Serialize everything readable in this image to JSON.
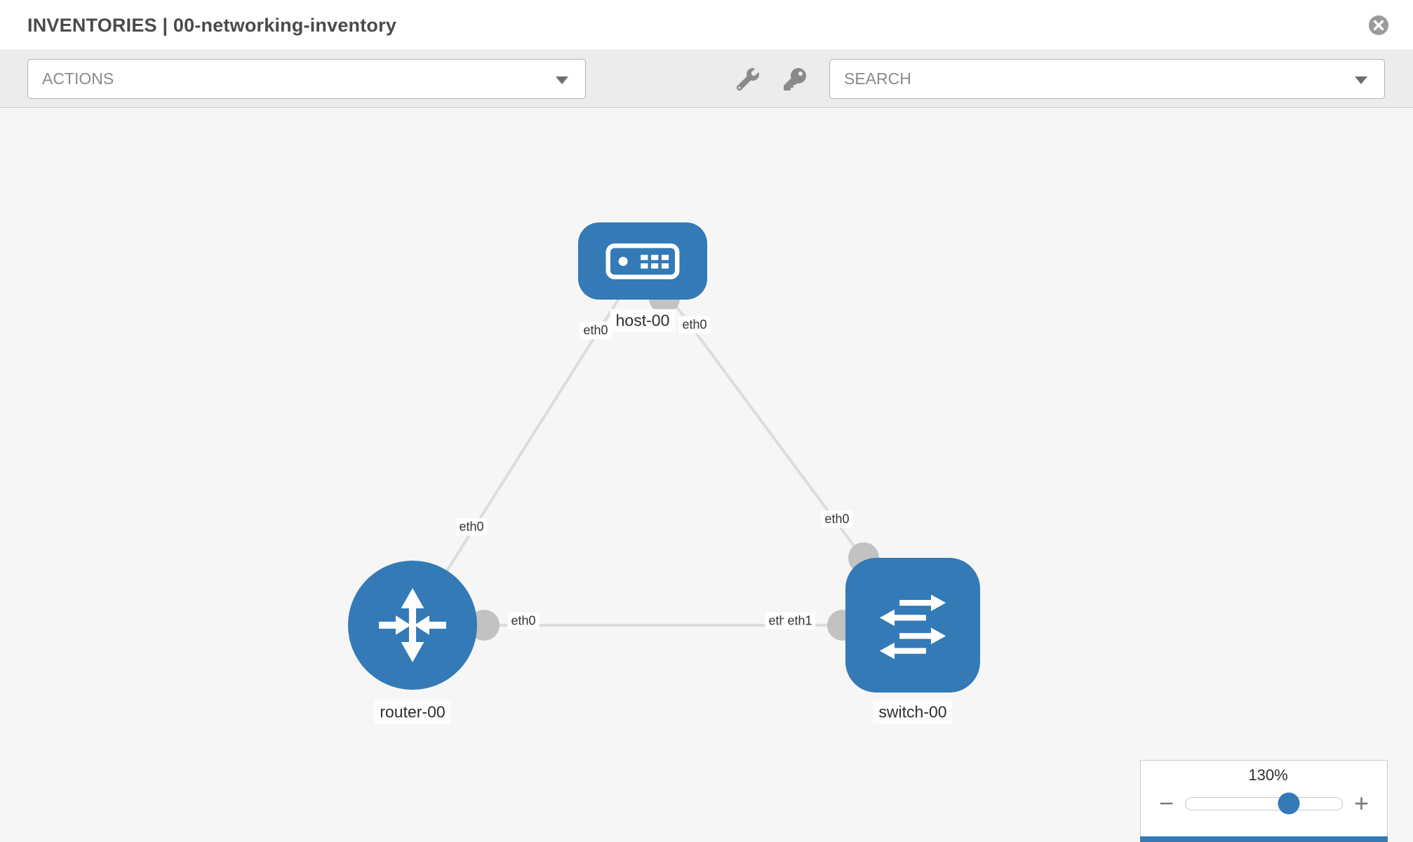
{
  "header": {
    "title": "INVENTORIES | 00-networking-inventory"
  },
  "toolbar": {
    "actions": {
      "label": "ACTIONS"
    },
    "search": {
      "label": "SEARCH"
    },
    "icons": {
      "wrench": "wrench-tool",
      "key": "key-tool",
      "close": "circle-x",
      "caret": "chevron-down"
    }
  },
  "topology": {
    "nodes": [
      {
        "name": "host-00",
        "type": "host"
      },
      {
        "name": "router-00",
        "type": "router"
      },
      {
        "name": "switch-00",
        "type": "switch"
      }
    ],
    "links": [
      {
        "source": "host-00",
        "target": "router-00",
        "source_interface": "eth0",
        "target_interface": "eth0"
      },
      {
        "source": "host-00",
        "target": "switch-00",
        "source_interface": "eth0",
        "target_interface": "eth0"
      },
      {
        "source": "router-00",
        "target": "switch-00",
        "source_interface": "eth0",
        "target_interface": "eth1"
      }
    ]
  },
  "zoom": {
    "level": "130%",
    "minus_icon": "−",
    "plus_icon": "+"
  },
  "colors": {
    "node_blue": "#337ab7",
    "link_gray": "#dcdcdc",
    "dot_gray": "#c2c2c2",
    "canvas_bg": "#f6f6f6"
  }
}
